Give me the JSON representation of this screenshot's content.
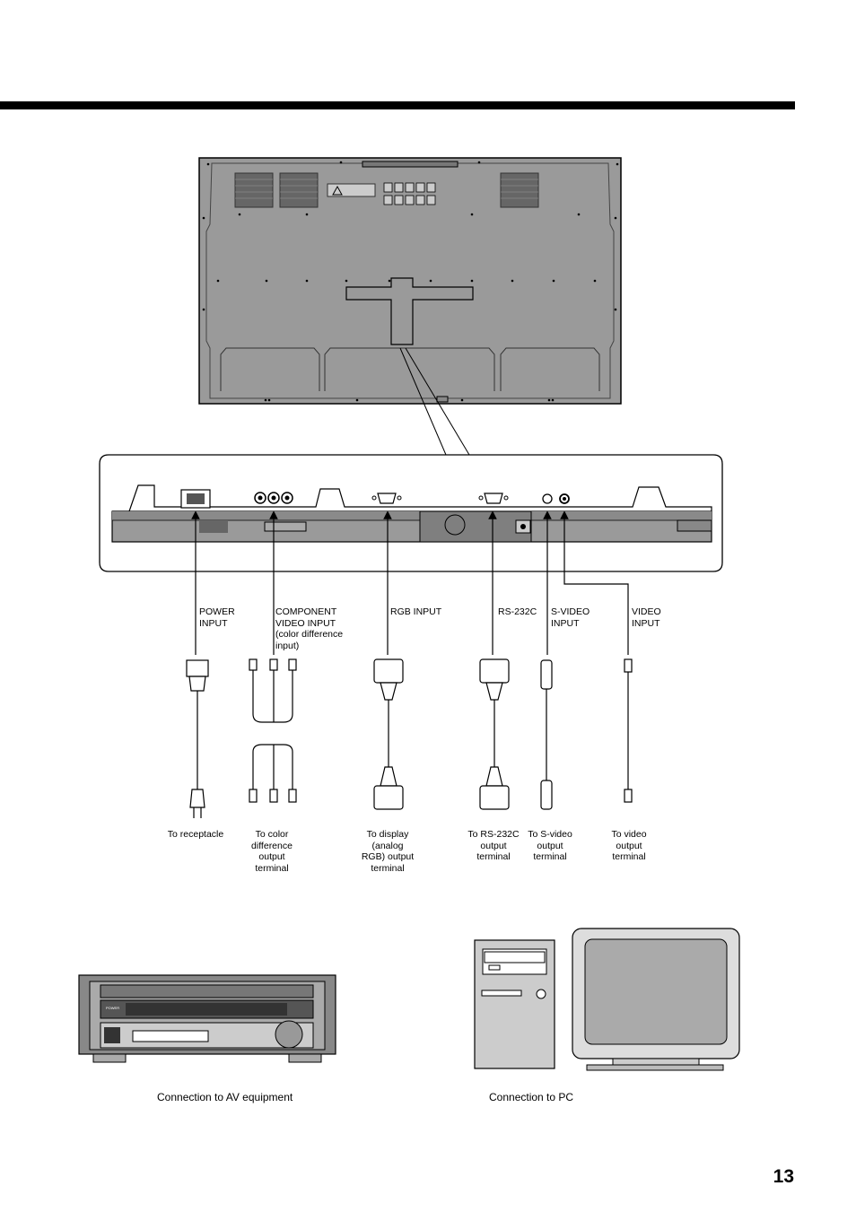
{
  "page_number": "13",
  "inputs": [
    {
      "label": "POWER\nINPUT",
      "caption": "To receptacle"
    },
    {
      "label": "COMPONENT\nVIDEO INPUT\n(color difference\ninput)",
      "caption": "To color\ndifference\noutput\nterminal"
    },
    {
      "label": "RGB INPUT",
      "caption": "To display\n(analog\nRGB) output\nterminal"
    },
    {
      "label": "RS-232C",
      "caption": "To RS-232C\noutput\nterminal"
    },
    {
      "label": "S-VIDEO\nINPUT",
      "caption": "To S-video\noutput\nterminal"
    },
    {
      "label": "VIDEO\nINPUT",
      "caption": "To video\noutput\nterminal"
    }
  ],
  "devices": {
    "av_caption": "Connection to AV equipment",
    "pc_caption": "Connection to PC",
    "av_power_label": "POWER"
  }
}
